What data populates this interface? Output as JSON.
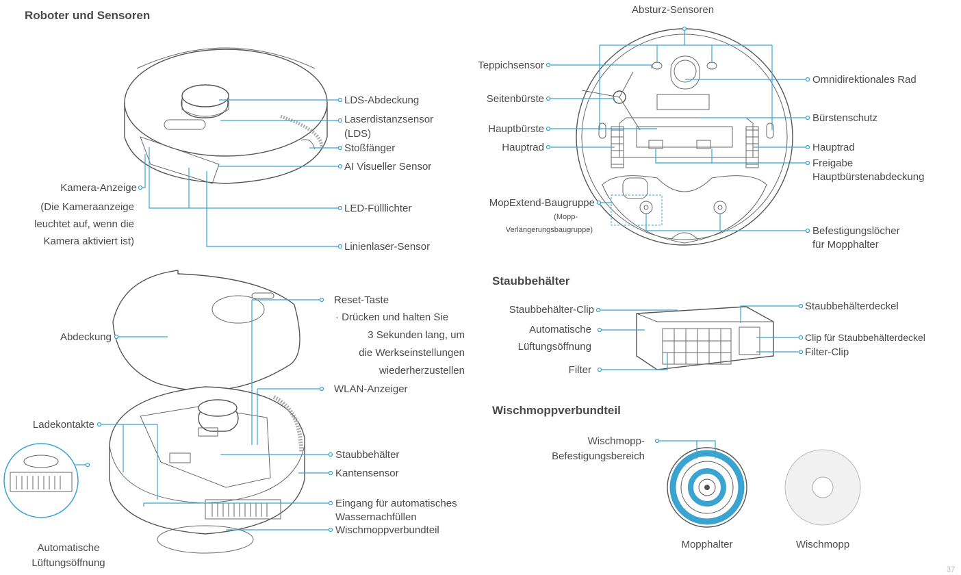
{
  "headings": {
    "robot_sensors": "Roboter und Sensoren",
    "dustbin": "Staubbehälter",
    "mop_assembly": "Wischmoppverbundteil"
  },
  "page_number": "37",
  "top_view": {
    "lds_cover": "LDS-Abdeckung",
    "lds_sensor_1": "Laserdistanzsensor",
    "lds_sensor_2": "(LDS)",
    "bumper": "Stoßfänger",
    "ai_sensor": "AI Visueller Sensor",
    "camera_indicator": "Kamera-Anzeige",
    "camera_note_1": "(Die Kameraanzeige",
    "camera_note_2": "leuchtet auf, wenn die",
    "camera_note_3": "Kamera aktiviert ist)",
    "led_fill": "LED-Fülllichter",
    "line_laser": "Linienlaser-Sensor"
  },
  "bottom_view": {
    "cliff_sensors": "Absturz-Sensoren",
    "carpet_sensor": "Teppichsensor",
    "side_brush": "Seitenbürste",
    "main_brush": "Hauptbürste",
    "main_wheel_left": "Hauptrad",
    "omni_wheel": "Omnidirektionales Rad",
    "brush_guard": "Bürstenschutz",
    "main_wheel_right": "Hauptrad",
    "release_1": "Freigabe",
    "release_2": "Hauptbürstenabdeckung",
    "mopextend": "MopExtend-Baugruppe",
    "mopextend_sub_1": "(Mopp-",
    "mopextend_sub_2": "Verlängerungsbaugruppe)",
    "mount_holes_1": "Befestigungslöcher",
    "mount_holes_2": "für Mopphalter"
  },
  "exploded_view": {
    "cover": "Abdeckung",
    "reset": "Reset-Taste",
    "reset_note_1": "· Drücken und halten Sie",
    "reset_note_2": "3 Sekunden lang, um",
    "reset_note_3": "die Werkseinstellungen",
    "reset_note_4": "wiederherzustellen",
    "wlan": "WLAN-Anzeiger",
    "charging": "Ladekontakte",
    "dustbin": "Staubbehälter",
    "edge_sensor": "Kantensensor",
    "water_inlet_1": "Eingang für automatisches",
    "water_inlet_2": "Wassernachfüllen",
    "mop_part": "Wischmoppverbundteil",
    "vent_1": "Automatische",
    "vent_2": "Lüftungsöffnung"
  },
  "dustbin_view": {
    "clip": "Staubbehälter-Clip",
    "vent_1": "Automatische",
    "vent_2": "Lüftungsöffnung",
    "filter": "Filter",
    "lid": "Staubbehälterdeckel",
    "lid_clip": "Clip für Staubbehälterdeckel",
    "filter_clip": "Filter-Clip"
  },
  "mop_view": {
    "mount_area_1": "Wischmopp-",
    "mount_area_2": "Befestigungsbereich",
    "mop_holder": "Mopphalter",
    "mop": "Wischmopp"
  },
  "colors": {
    "accent": "#3aa3cf",
    "text": "#4a4a4a",
    "drawing": "#555555"
  }
}
